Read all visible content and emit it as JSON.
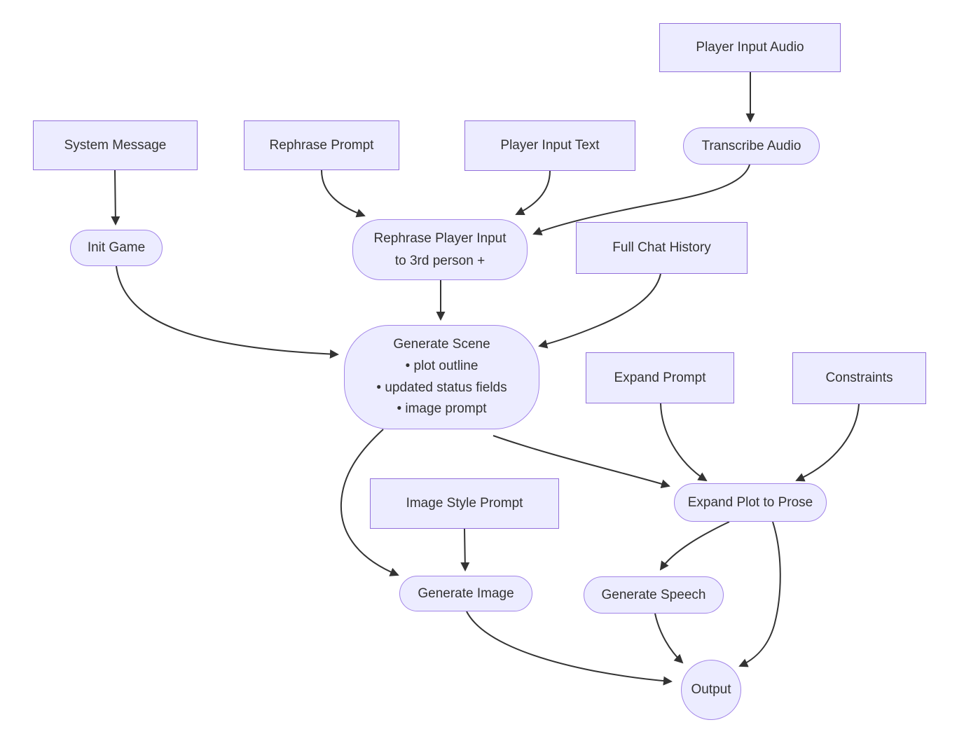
{
  "diagram": {
    "type": "flowchart",
    "direction": "top-down",
    "colors": {
      "background": "#ffffff",
      "node_fill": "#ECECFF",
      "rect_border": "#9370DB",
      "rounded_border": "#A385E8",
      "edge": "#333333",
      "text": "#333333"
    },
    "nodes": {
      "player_input_audio": {
        "label": "Player Input Audio",
        "shape": "rect"
      },
      "system_message": {
        "label": "System Message",
        "shape": "rect"
      },
      "rephrase_prompt": {
        "label": "Rephrase Prompt",
        "shape": "rect"
      },
      "player_input_text": {
        "label": "Player Input Text",
        "shape": "rect"
      },
      "transcribe_audio": {
        "label": "Transcribe Audio",
        "shape": "rounded"
      },
      "init_game": {
        "label": "Init Game",
        "shape": "rounded"
      },
      "rephrase_player_input": {
        "label": "Rephrase Player Input\nto 3rd person +",
        "shape": "rounded"
      },
      "full_chat_history": {
        "label": "Full Chat History",
        "shape": "rect"
      },
      "generate_scene": {
        "label": "Generate Scene\n• plot outline\n• updated status fields\n• image prompt",
        "shape": "rounded"
      },
      "expand_prompt": {
        "label": "Expand Prompt",
        "shape": "rect"
      },
      "constraints": {
        "label": "Constraints",
        "shape": "rect"
      },
      "image_style_prompt": {
        "label": "Image Style Prompt",
        "shape": "rect"
      },
      "expand_plot_to_prose": {
        "label": "Expand Plot to Prose",
        "shape": "rounded"
      },
      "generate_image": {
        "label": "Generate Image",
        "shape": "rounded"
      },
      "generate_speech": {
        "label": "Generate Speech",
        "shape": "rounded"
      },
      "output": {
        "label": "Output",
        "shape": "circle"
      }
    },
    "edges": [
      {
        "from": "player_input_audio",
        "to": "transcribe_audio"
      },
      {
        "from": "system_message",
        "to": "init_game"
      },
      {
        "from": "rephrase_prompt",
        "to": "rephrase_player_input"
      },
      {
        "from": "player_input_text",
        "to": "rephrase_player_input"
      },
      {
        "from": "transcribe_audio",
        "to": "rephrase_player_input"
      },
      {
        "from": "rephrase_player_input",
        "to": "generate_scene"
      },
      {
        "from": "full_chat_history",
        "to": "generate_scene"
      },
      {
        "from": "init_game",
        "to": "generate_scene"
      },
      {
        "from": "generate_scene",
        "to": "generate_image"
      },
      {
        "from": "generate_scene",
        "to": "expand_plot_to_prose"
      },
      {
        "from": "expand_prompt",
        "to": "expand_plot_to_prose"
      },
      {
        "from": "constraints",
        "to": "expand_plot_to_prose"
      },
      {
        "from": "image_style_prompt",
        "to": "generate_image"
      },
      {
        "from": "expand_plot_to_prose",
        "to": "generate_speech"
      },
      {
        "from": "expand_plot_to_prose",
        "to": "output"
      },
      {
        "from": "generate_image",
        "to": "output"
      },
      {
        "from": "generate_speech",
        "to": "output"
      }
    ]
  }
}
